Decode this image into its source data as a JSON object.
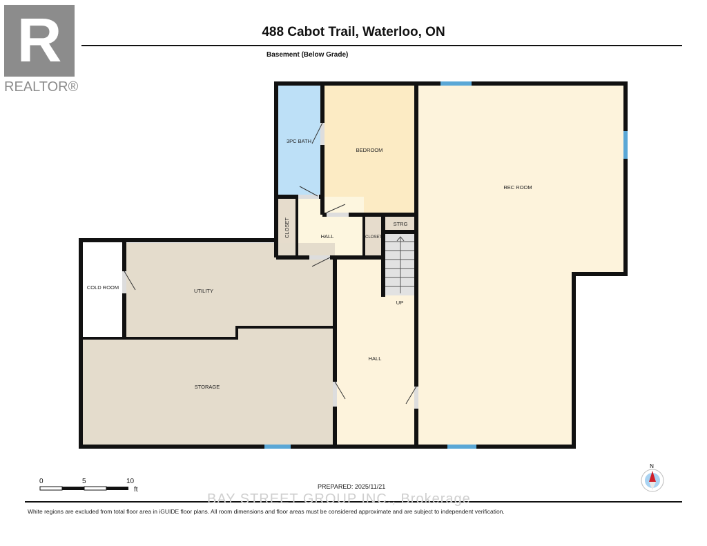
{
  "header": {
    "title": "488 Cabot Trail, Waterloo, ON",
    "subtitle": "Basement (Below Grade)"
  },
  "logo": {
    "text": "REALTOR®",
    "mark": "R"
  },
  "rooms": {
    "bath": "3PC BATH",
    "bedroom": "BEDROOM",
    "rec_room": "REC ROOM",
    "closet_left": "CLOSET",
    "hall_upper": "HALL",
    "closet_right": "CLOSET",
    "storage_small": "STRG",
    "stairs": "UP",
    "cold_room": "COLD ROOM",
    "utility": "UTILITY",
    "storage": "STORAGE",
    "hall_lower": "HALL"
  },
  "colors": {
    "bath": "#bde0f7",
    "bedroom": "#fcebc4",
    "rec_room": "#fdf3dc",
    "hall": "#fdf6df",
    "utility": "#e4dccc",
    "window": "#5aa7d6"
  },
  "scale": {
    "labels": [
      "0",
      "5",
      "10"
    ],
    "unit": "ft"
  },
  "compass": {
    "label": "N"
  },
  "footer": {
    "prepared": "PREPARED: 2025/11/21",
    "watermark": "BAY STREET GROUP INC., Brokerage",
    "disclaimer": "White regions are excluded from total floor area in iGUIDE floor plans. All room dimensions and floor areas must be considered approximate and are subject to independent verification."
  }
}
